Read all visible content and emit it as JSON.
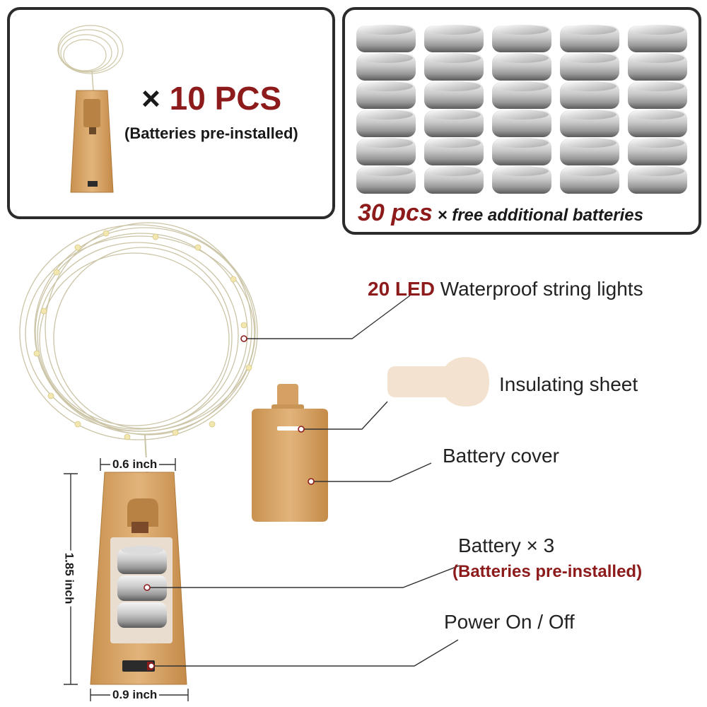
{
  "top_left": {
    "multiplier": "×",
    "count": "10 PCS",
    "note": "(Batteries pre-installed)"
  },
  "top_right": {
    "count": "30 pcs",
    "text": "× free additional batteries"
  },
  "callouts": {
    "led_count": "20 LED",
    "led_text": "Waterproof string lights",
    "insulating": "Insulating sheet",
    "cover": "Battery cover",
    "battery": "Battery × 3",
    "battery_note": "(Batteries pre-installed)",
    "power": "Power On / Off"
  },
  "dimensions": {
    "top_width": "0.6 inch",
    "height": "1.85 inch",
    "bottom_width": "0.9 inch"
  },
  "colors": {
    "accent_red": "#8e1b1b",
    "cork": "#d9a76a",
    "panel_border": "#2b2b2b"
  }
}
